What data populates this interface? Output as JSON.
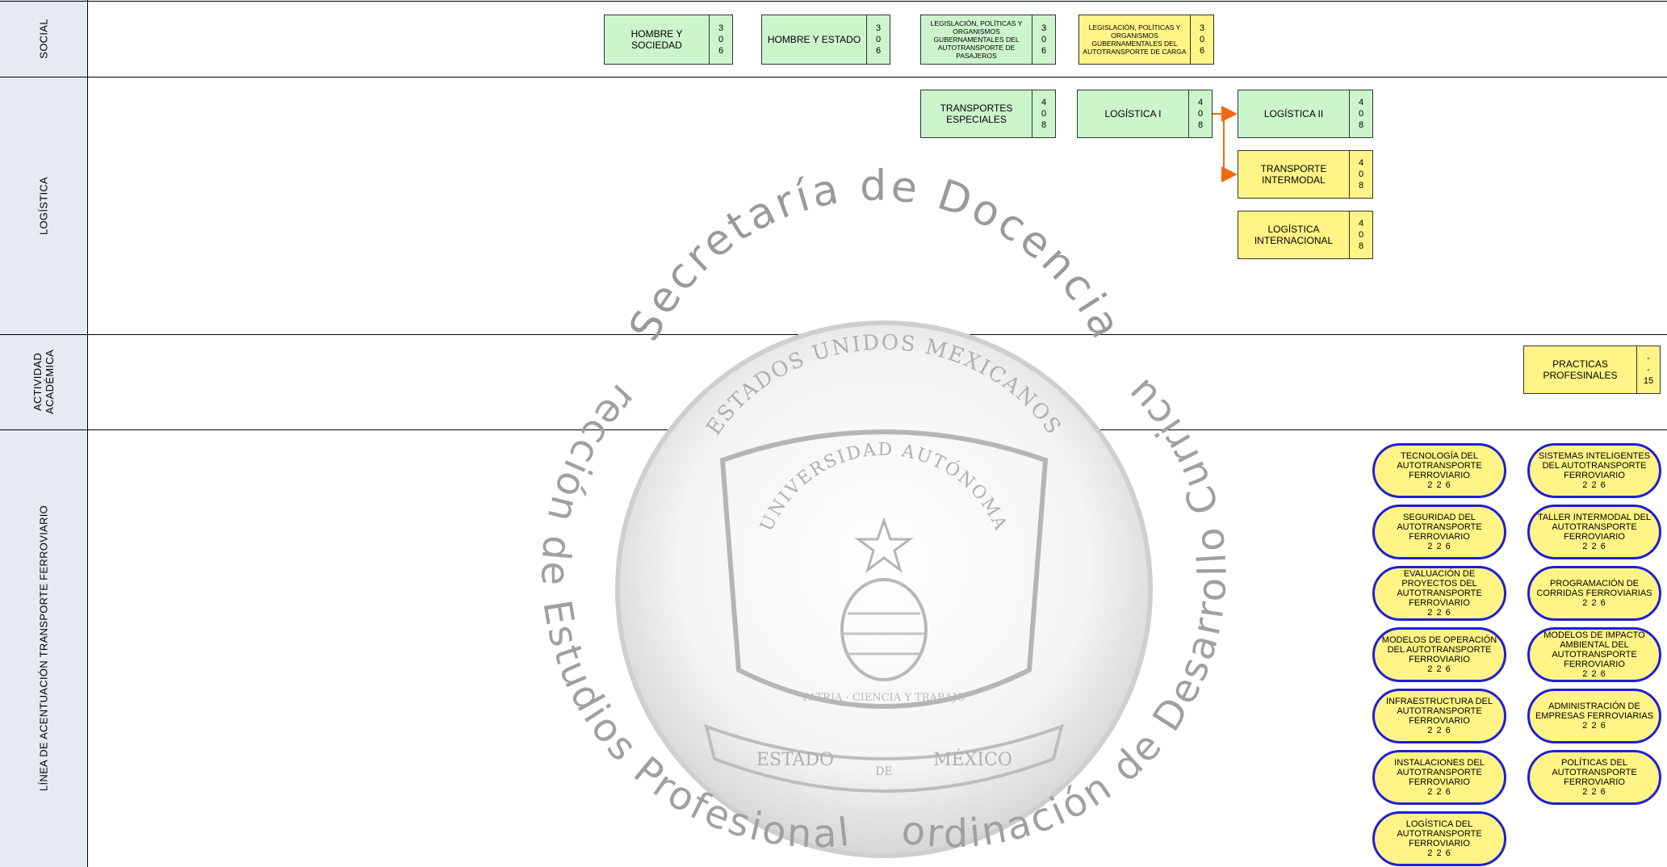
{
  "rows": {
    "social": "SOCIAL",
    "logistica": "LOGÍSTICA",
    "actividad": "ACTIVIDAD ACADÉMICA",
    "actividad_line1": "ACTIVIDAD",
    "actividad_line2": "ACADÉMICA",
    "linea": "LÍNEA DE ACENTUACIÓN TRANSPORTE FERROVIARIO"
  },
  "courses": {
    "hombre_sociedad": {
      "name": "HOMBRE Y SOCIEDAD",
      "c1": "3",
      "c2": "0",
      "c3": "6"
    },
    "hombre_estado": {
      "name": "HOMBRE Y ESTADO",
      "c1": "3",
      "c2": "0",
      "c3": "6"
    },
    "legislacion_pasajeros": {
      "name": "LEGISLACIÓN, POLÍTICAS Y ORGANISMOS GUBERNAMENTALES DEL AUTOTRANSPORTE DE PASAJEROS",
      "c1": "3",
      "c2": "0",
      "c3": "6"
    },
    "legislacion_carga": {
      "name": "LEGISLACIÓN, POLÍTICAS Y ORGANISMOS GUBERNAMENTALES DEL AUTOTRANSPORTE DE CARGA",
      "c1": "3",
      "c2": "0",
      "c3": "6"
    },
    "transportes_especiales": {
      "name": "TRANSPORTES ESPECIALES",
      "c1": "4",
      "c2": "0",
      "c3": "8"
    },
    "logistica_1": {
      "name": "LOGÍSTICA I",
      "c1": "4",
      "c2": "0",
      "c3": "8"
    },
    "logistica_2": {
      "name": "LOGÍSTICA II",
      "c1": "4",
      "c2": "0",
      "c3": "8"
    },
    "transporte_intermodal": {
      "name": "TRANSPORTE INTERMODAL",
      "c1": "4",
      "c2": "0",
      "c3": "8"
    },
    "logistica_internacional": {
      "name": "LOGÍSTICA INTERNACIONAL",
      "c1": "4",
      "c2": "0",
      "c3": "8"
    },
    "practicas": {
      "name": "PRACTICAS PROFESINALES",
      "c1": "-",
      "c2": "-",
      "c3": "15"
    }
  },
  "electives": [
    {
      "name": "TECNOLOGÍA DEL AUTOTRANSPORTE FERROVIARIO",
      "hours": "2 2 6"
    },
    {
      "name": "SISTEMAS INTELIGENTES DEL AUTOTRANSPORTE FERROVIARIO",
      "hours": "2 2 6"
    },
    {
      "name": "SEGURIDAD DEL AUTOTRANSPORTE FERROVIARIO",
      "hours": "2 2 6"
    },
    {
      "name": "TALLER INTERMODAL DEL AUTOTRANSPORTE FERROVIARIO",
      "hours": "2 2 6"
    },
    {
      "name": "EVALUACIÓN DE PROYECTOS DEL AUTOTRANSPORTE FERROVIARIO",
      "hours": "2 2 6"
    },
    {
      "name": "PROGRAMACIÓN DE CORRIDAS FERROVIARIAS",
      "hours": "2 2 6"
    },
    {
      "name": "MODELOS DE OPERACIÓN DEL AUTOTRANSPORTE FERROVIARIO",
      "hours": "2 2 6"
    },
    {
      "name": "MODELOS DE IMPACTO AMBIENTAL DEL AUTOTRANSPORTE FERROVIARIO",
      "hours": "2 2 6"
    },
    {
      "name": "INFRAESTRUCTURA DEL AUTOTRANSPORTE FERROVIARIO",
      "hours": "2 2 6"
    },
    {
      "name": "ADMINISTRACIÓN DE EMPRESAS FERROVIARIAS",
      "hours": "2 2 6"
    },
    {
      "name": "INSTALACIONES DEL AUTOTRANSPORTE FERROVIARIO",
      "hours": "2 2 6"
    },
    {
      "name": "POLÍTICAS DEL AUTOTRANSPORTE FERROVIARIO",
      "hours": "2 2 6"
    },
    {
      "name": "LOGÍSTICA DEL AUTOTRANSPORTE FERROVIARIO",
      "hours": "2 2 6"
    }
  ],
  "watermark": {
    "arc_top": "Secretaría de Docencia",
    "arc_left": "Dirección de Estudios Profesionales",
    "arc_right": "Coordinación de Desarrollo Curricular",
    "seal_top": "ESTADOS UNIDOS MEXICANOS",
    "seal_inner": "UNIVERSIDAD AUTÓNOMA",
    "seal_motto": "PATRIA · CIENCIA Y TRABAJO",
    "seal_bottom_left": "ESTADO",
    "seal_bottom_mid": "DE",
    "seal_bottom_right": "MÉXICO"
  },
  "colors": {
    "green": "#ccf5cc",
    "yellow": "#fff485",
    "pill_border": "#1f1fd6",
    "arrow": "#ee6a10",
    "label_bg": "#e6eaf4"
  }
}
